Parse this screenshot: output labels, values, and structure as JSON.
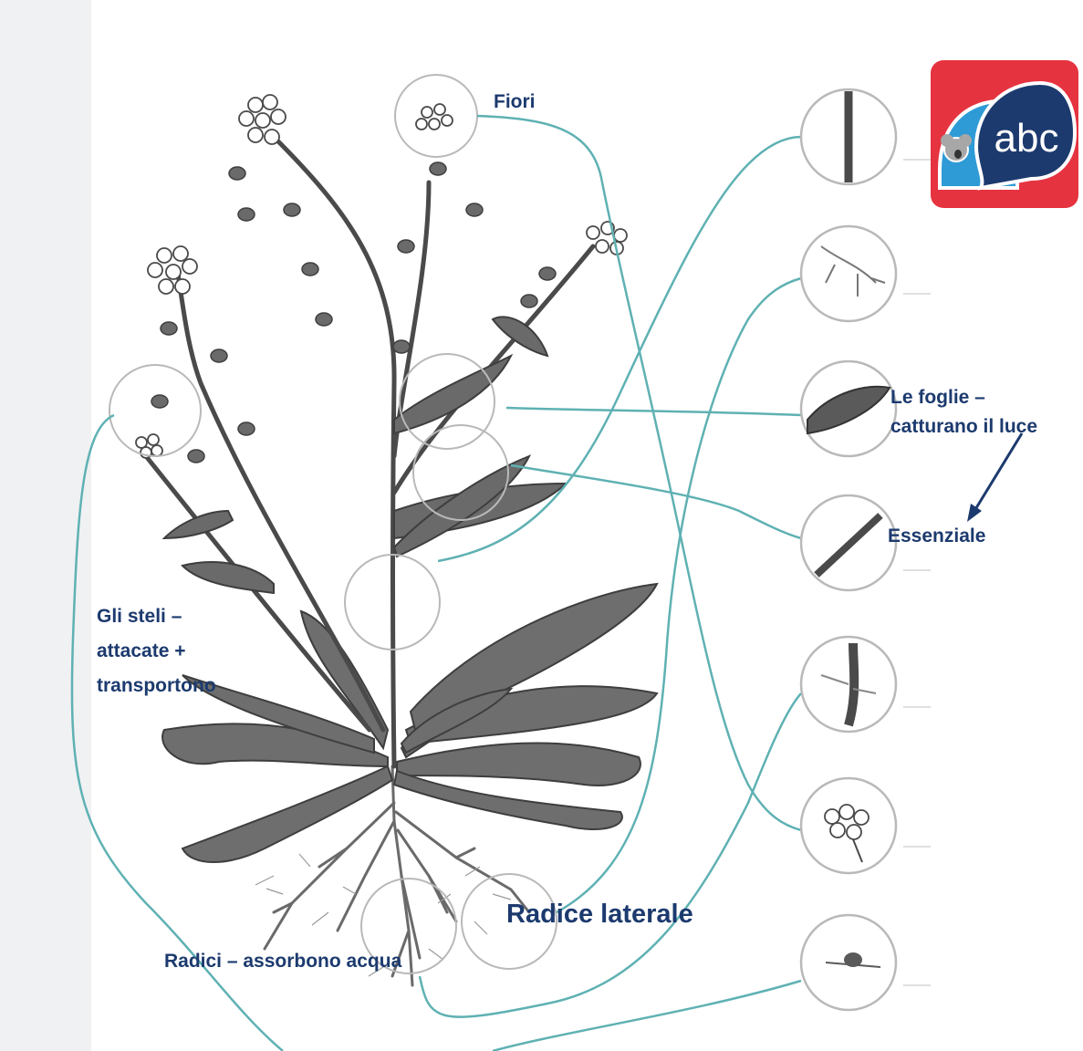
{
  "labels": {
    "fiori": "Fiori",
    "foglie_1": "Le foglie –",
    "foglie_2": "catturano il luce",
    "essenziale": "Essenziale",
    "steli_1": "Gli steli –",
    "steli_2": "attacate +",
    "steli_3": "transportono",
    "radice_laterale": "Radice laterale",
    "radici": "Radici – assorbono acqua"
  },
  "logo": {
    "text": "abc",
    "bg": "#e63340",
    "bubble": "#1c3a6e",
    "accent": "#2e9bd6"
  },
  "colors": {
    "connector": "#5fb1b3",
    "label": "#1c3a6e",
    "sidebar": "#f0f1f3",
    "plant": "#5b5b5b"
  }
}
